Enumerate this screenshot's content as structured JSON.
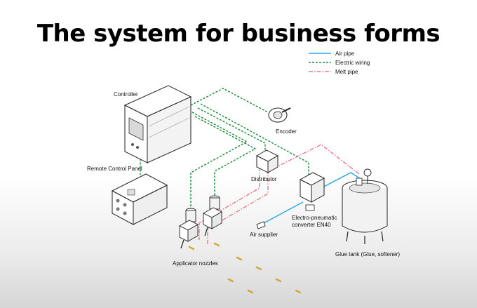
{
  "title": "The system for business forms",
  "legend": [
    {
      "label": "Air pipe",
      "color": "#2aa8e0",
      "style": "solid"
    },
    {
      "label": "Electric wiring",
      "color": "#1a8a3a",
      "style": "dashed"
    },
    {
      "label": "Melt pipe",
      "color": "#e8788a",
      "style": "dash-dot"
    }
  ],
  "components": {
    "controller": "Controller",
    "encoder": "Encoder",
    "remote_panel": "Remote Control Panel",
    "distributor": "Distributor",
    "converter_line1": "Electro-pneumatic",
    "converter_line2": "converter EN40",
    "air_supplier": "Air supplier",
    "glue_tank": "Glue tank (Glue, softener)",
    "applicator": "Applicator nozzles"
  },
  "colors": {
    "air": "#2aa8e0",
    "wire": "#1a8a3a",
    "melt": "#e8788a",
    "glue_drop": "#d4a640"
  }
}
